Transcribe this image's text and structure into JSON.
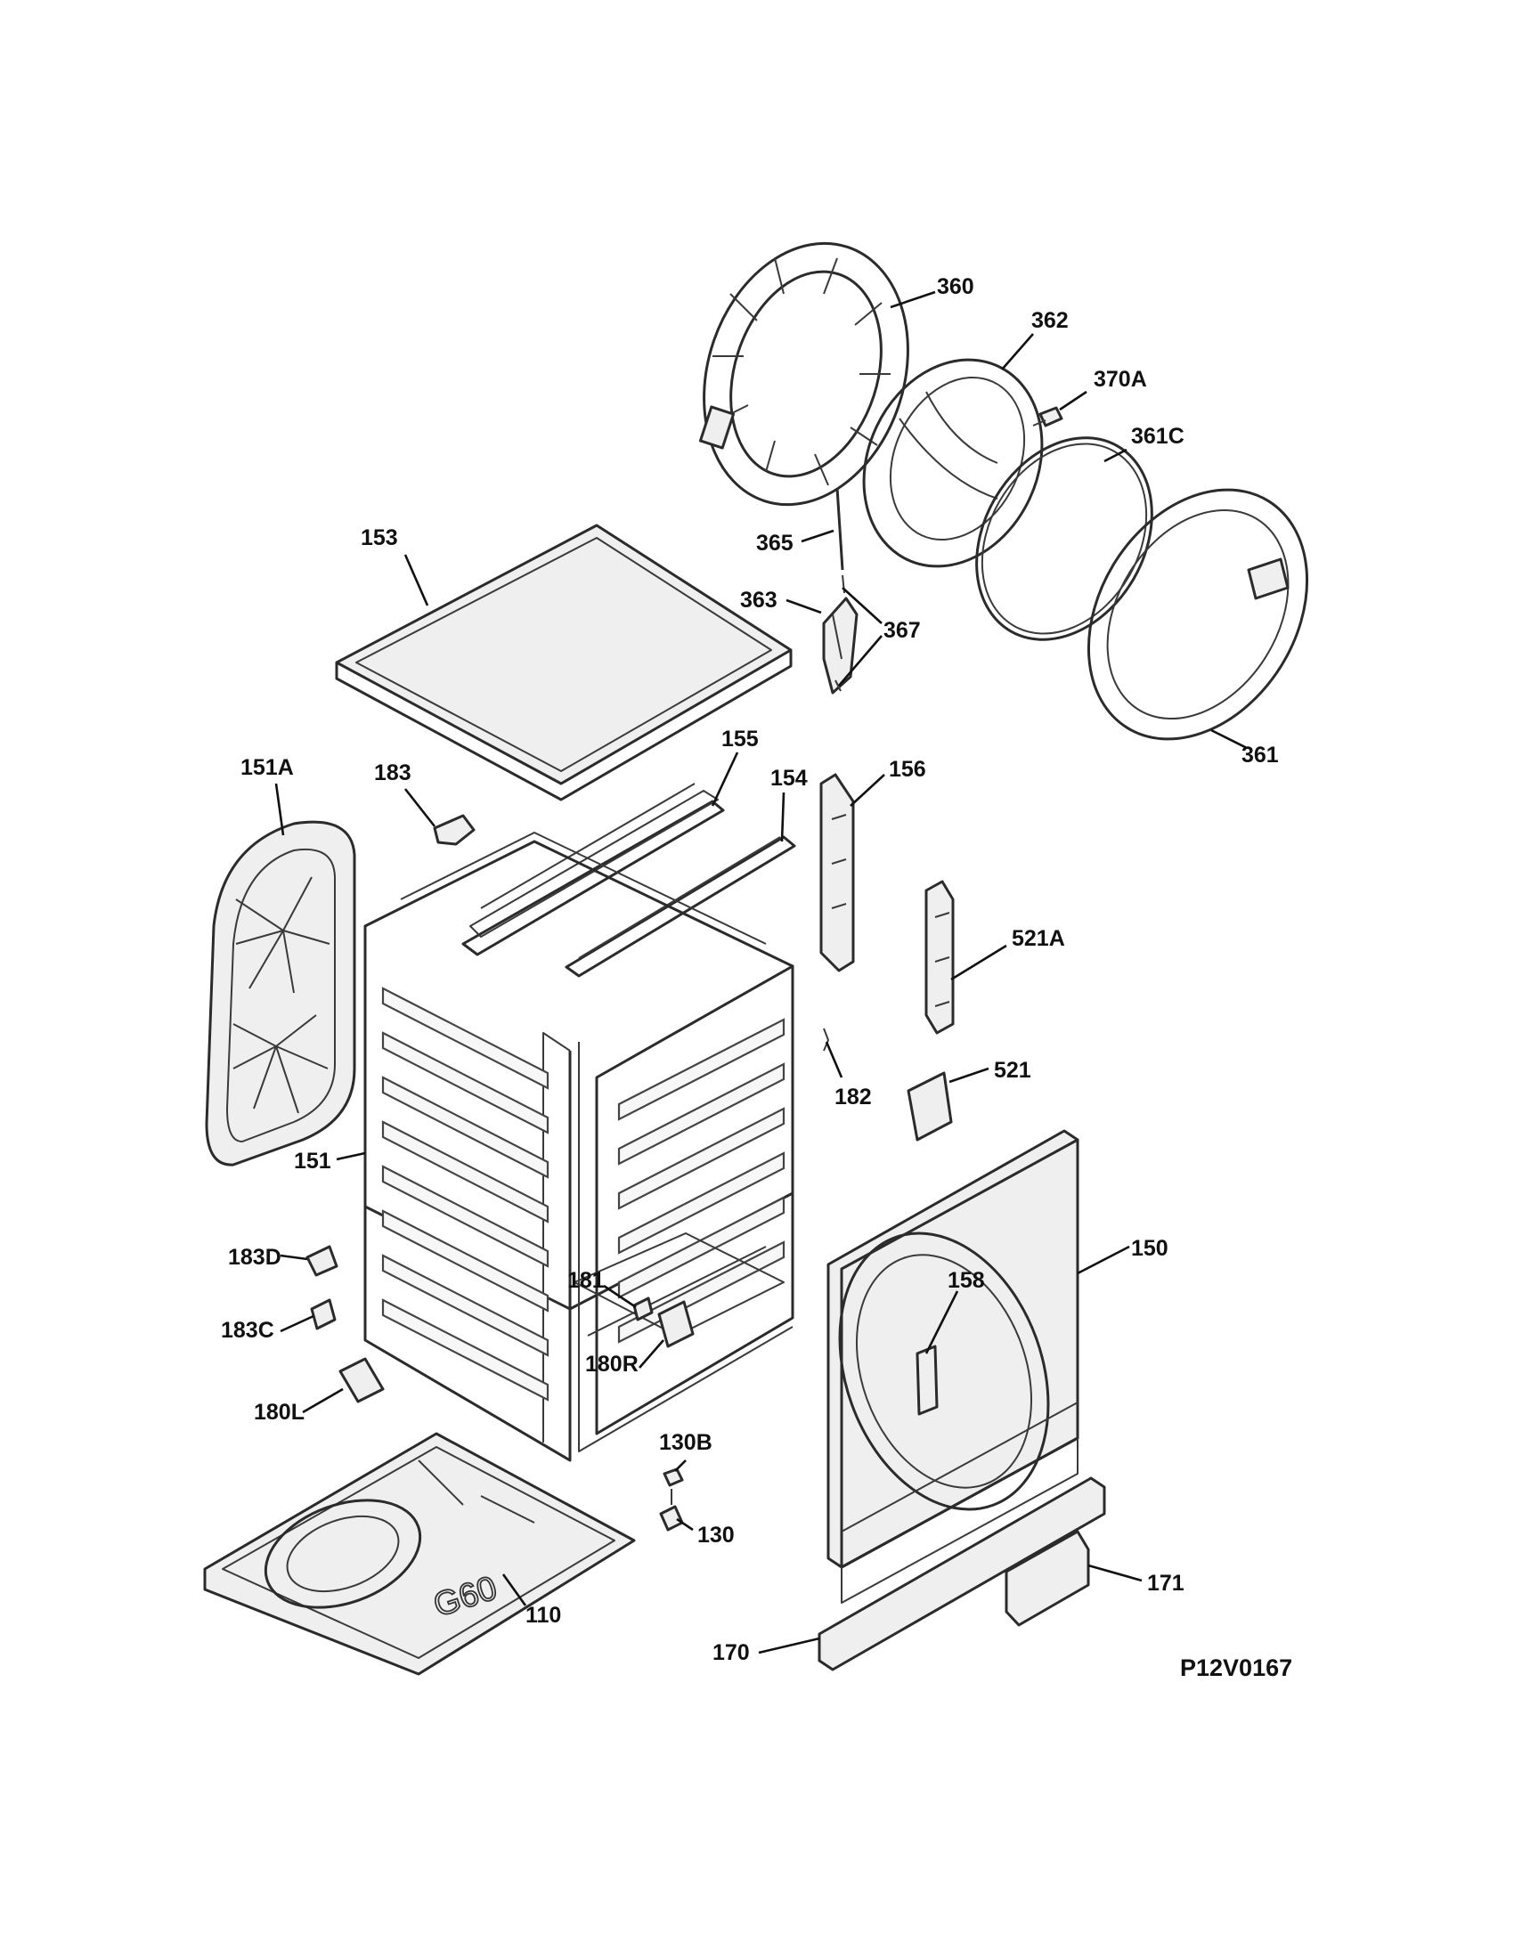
{
  "diagram": {
    "reference_code": "P12V0167",
    "embossed_text": "G60",
    "callouts": [
      {
        "id": "360",
        "label": "360"
      },
      {
        "id": "362",
        "label": "362"
      },
      {
        "id": "370A",
        "label": "370A"
      },
      {
        "id": "361C",
        "label": "361C"
      },
      {
        "id": "365",
        "label": "365"
      },
      {
        "id": "363",
        "label": "363"
      },
      {
        "id": "367",
        "label": "367"
      },
      {
        "id": "361",
        "label": "361"
      },
      {
        "id": "153",
        "label": "153"
      },
      {
        "id": "155",
        "label": "155"
      },
      {
        "id": "154",
        "label": "154"
      },
      {
        "id": "156",
        "label": "156"
      },
      {
        "id": "151A",
        "label": "151A"
      },
      {
        "id": "183",
        "label": "183"
      },
      {
        "id": "521A",
        "label": "521A"
      },
      {
        "id": "182",
        "label": "182"
      },
      {
        "id": "521",
        "label": "521"
      },
      {
        "id": "151",
        "label": "151"
      },
      {
        "id": "150",
        "label": "150"
      },
      {
        "id": "158",
        "label": "158"
      },
      {
        "id": "183D",
        "label": "183D"
      },
      {
        "id": "181",
        "label": "181"
      },
      {
        "id": "183C",
        "label": "183C"
      },
      {
        "id": "180R",
        "label": "180R"
      },
      {
        "id": "180L",
        "label": "180L"
      },
      {
        "id": "130B",
        "label": "130B"
      },
      {
        "id": "130",
        "label": "130"
      },
      {
        "id": "171",
        "label": "171"
      },
      {
        "id": "110",
        "label": "110"
      },
      {
        "id": "170",
        "label": "170"
      }
    ]
  }
}
